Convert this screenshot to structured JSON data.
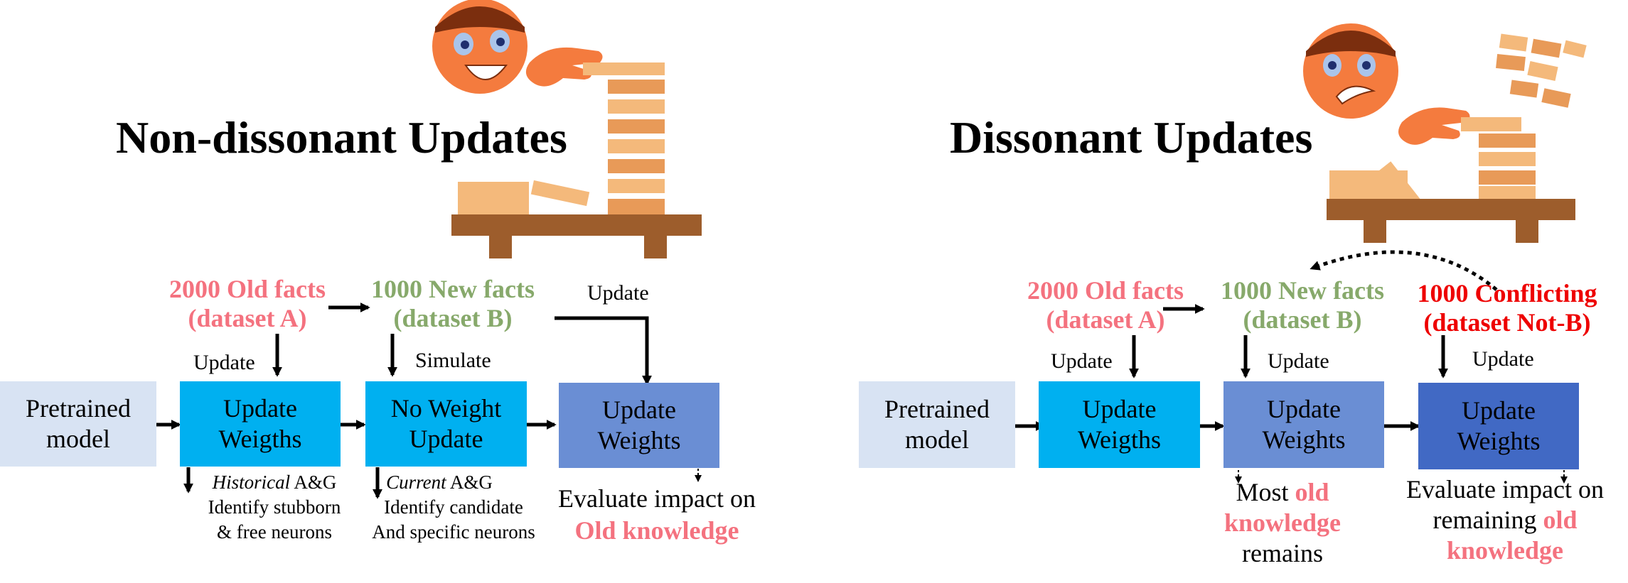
{
  "colors": {
    "old_facts": "#f4727f",
    "new_facts": "#87a96b",
    "conflicting": "#ee0000",
    "pretrained_box": "#d8e3f3",
    "update_box_light": "#00b0f0",
    "update_box_mid": "#6a8ed4",
    "update_box_dark": "#4169c4",
    "emphasis": "#f4727f",
    "face": "#f47b3e",
    "hair": "#7b2e0e",
    "block": "#f4b97b",
    "block_dark": "#e89a58",
    "table": "#9d5d2c"
  },
  "left": {
    "title": "Non-dissonant Updates",
    "old_facts": {
      "line1": "2000 Old facts",
      "line2": "(dataset A)"
    },
    "new_facts": {
      "line1": "1000 New facts",
      "line2": "(dataset B)"
    },
    "label_update_top": "Update",
    "label_update_a": "Update",
    "label_simulate": "Simulate",
    "box_pretrained": {
      "line1": "Pretrained",
      "line2": "model"
    },
    "box_update_weights_1": {
      "line1": "Update",
      "line2": "Weigths"
    },
    "box_no_weight": {
      "line1": "No Weight",
      "line2": "Update"
    },
    "box_update_weights_2": {
      "line1": "Update",
      "line2": "Weights"
    },
    "note_historical": {
      "italic": "Historical",
      "rest": " A&G",
      "line2": "Identify stubborn",
      "line3": "& free neurons"
    },
    "note_current": {
      "italic": "Current",
      "rest": " A&G",
      "line2": "Identify candidate",
      "line3": "And specific neurons"
    },
    "evaluate": {
      "line1": "Evaluate impact on",
      "line2": "Old knowledge"
    }
  },
  "right": {
    "title": "Dissonant Updates",
    "old_facts": {
      "line1": "2000 Old facts",
      "line2": "(dataset A)"
    },
    "new_facts": {
      "line1": "1000 New facts",
      "line2": "(dataset B)"
    },
    "conflicting": {
      "line1": "1000 Conflicting",
      "line2": "(dataset Not-B)"
    },
    "label_update_a": "Update",
    "label_update_b": "Update",
    "label_update_c": "Update",
    "box_pretrained": {
      "line1": "Pretrained",
      "line2": "model"
    },
    "box_update_weights_1": {
      "line1": "Update",
      "line2": "Weigths"
    },
    "box_update_weights_2": {
      "line1": "Update",
      "line2": "Weights"
    },
    "box_update_weights_3": {
      "line1": "Update",
      "line2": "Weights"
    },
    "most_old": {
      "pre": "Most ",
      "bold1": "old",
      "bold2": "knowledge",
      "line3": "remains"
    },
    "evaluate": {
      "line1": "Evaluate impact on",
      "line2_pre": "remaining ",
      "line2_bold": "old",
      "line3": "knowledge"
    }
  }
}
